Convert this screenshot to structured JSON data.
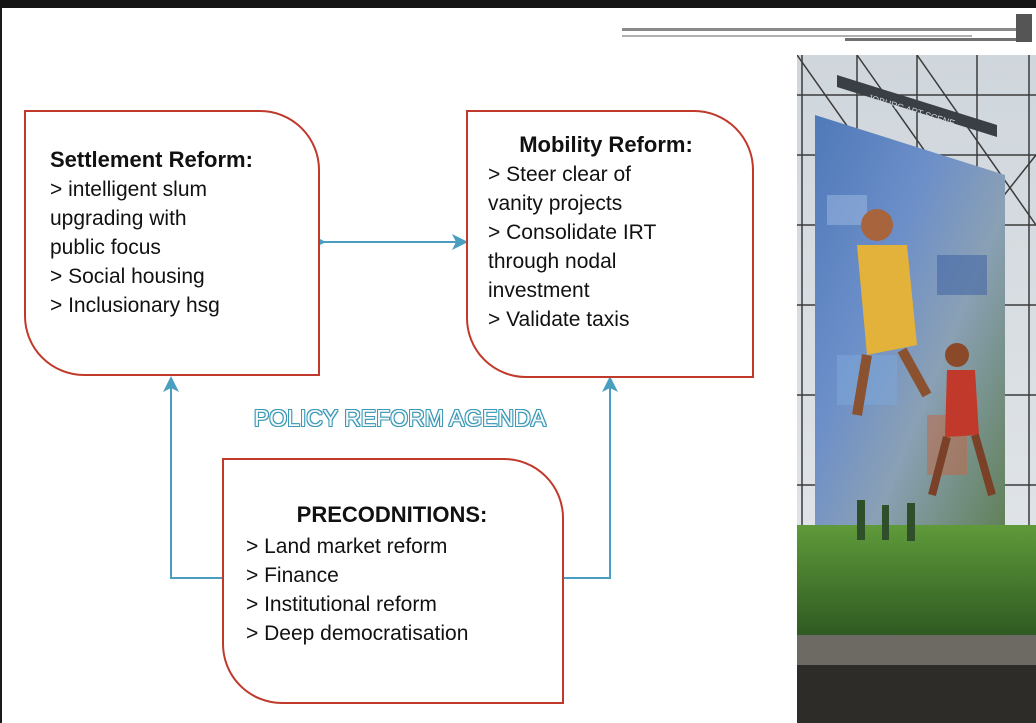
{
  "settlement": {
    "title": "Settlement Reform:",
    "lines": [
      "> intelligent slum",
      "upgrading with",
      "public focus",
      "> Social housing",
      "> Inclusionary hsg"
    ]
  },
  "mobility": {
    "title": "Mobility Reform:",
    "lines": [
      "> Steer clear of",
      "vanity projects",
      "> Consolidate IRT",
      "through nodal",
      "investment",
      "> Validate taxis"
    ]
  },
  "agenda": "POLICY REFORM AGENDA",
  "precond": {
    "title": "PRECODNITIONS:",
    "lines": [
      "> Land market reform",
      "> Finance",
      "> Institutional reform",
      "> Deep democratisation"
    ]
  },
  "photo": {
    "banner_text": "JOBURG ART SCENE"
  },
  "colors": {
    "box_border": "#c0392b",
    "arrow": "#4a9ec0",
    "agenda_outline": "#3a9ab8"
  }
}
